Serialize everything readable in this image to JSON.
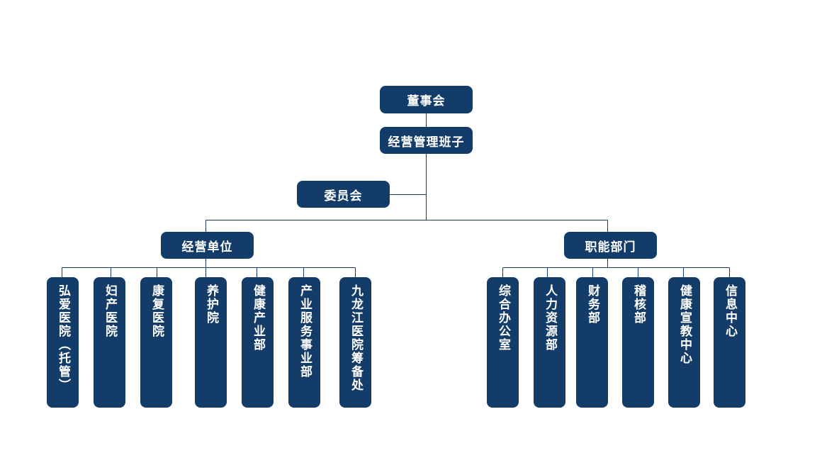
{
  "board": "董事会",
  "management_team": "经营管理班子",
  "committee": "委员会",
  "business_units": {
    "label": "经营单位",
    "items": [
      "弘爱医院（托管）",
      "妇产医院",
      "康复医院",
      "养护院",
      "健康产业部",
      "产业服务事业部",
      "九龙江医院筹备处"
    ]
  },
  "functional_depts": {
    "label": "职能部门",
    "items": [
      "综合办公室",
      "人力资源部",
      "财务部",
      "稽核部",
      "健康宣教中心",
      "信息中心"
    ]
  },
  "colors": {
    "box_fill": "#143c69",
    "box_text": "#ffffff",
    "connector": "#143c69",
    "background": "#ffffff"
  }
}
